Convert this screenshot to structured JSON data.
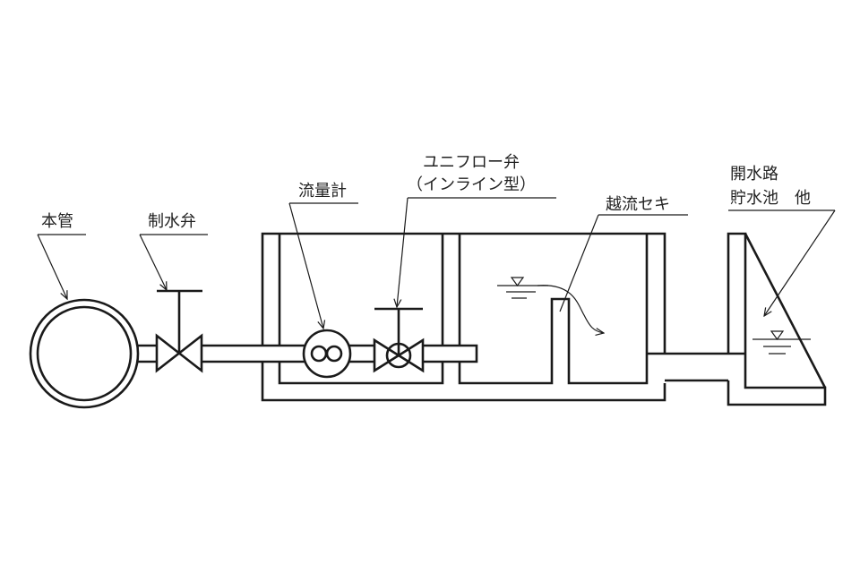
{
  "labels": {
    "main_pipe": "本管",
    "control_valve": "制水弁",
    "flow_meter": "流量計",
    "uniflow_valve_line1": "ユニフロー弁",
    "uniflow_valve_line2": "（インライン型）",
    "overflow_weir": "越流セキ",
    "outlet_line1": "開水路",
    "outlet_line2": "貯水池　他"
  },
  "colors": {
    "line": "#1a1a1a",
    "background": "#ffffff"
  }
}
